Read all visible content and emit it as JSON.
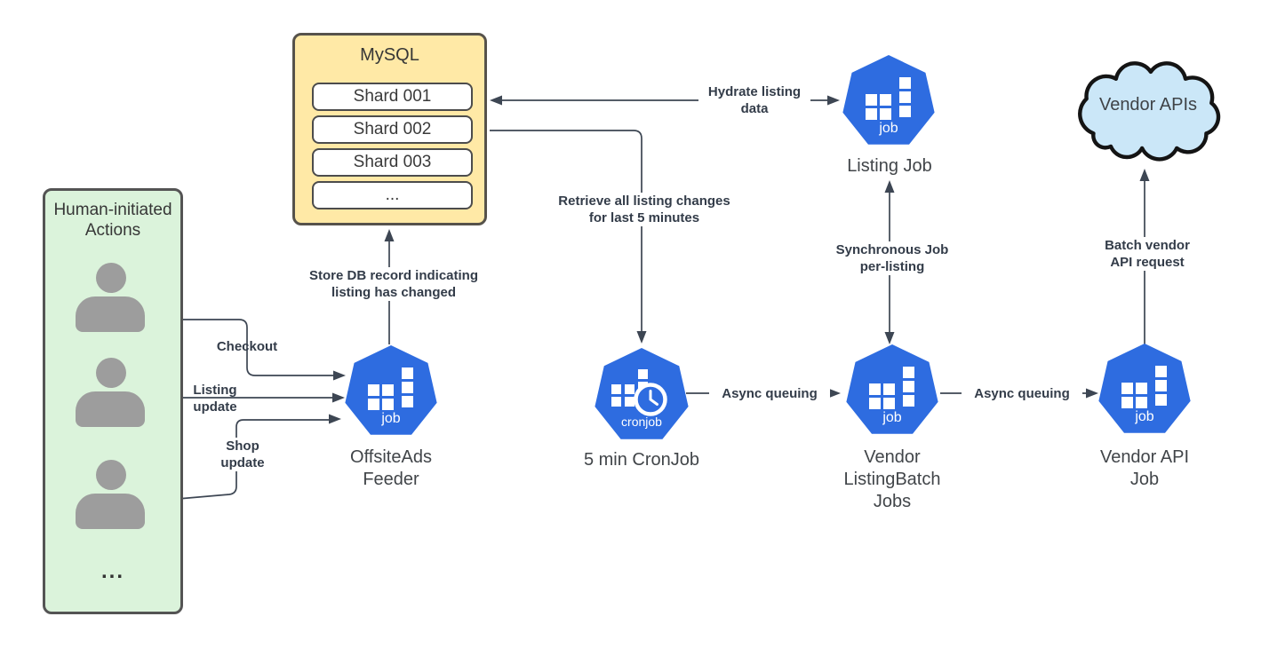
{
  "human_box": {
    "title": "Human-initiated\nActions",
    "more_indicator": "..."
  },
  "mysql": {
    "title": "MySQL",
    "shards": [
      "Shard 001",
      "Shard 002",
      "Shard 003",
      "..."
    ]
  },
  "nodes": {
    "offsiteads": {
      "badge": "job",
      "label": "OffsiteAds\nFeeder"
    },
    "listing_job": {
      "badge": "job",
      "label": "Listing Job"
    },
    "cronjob": {
      "badge": "cronjob",
      "label": "5 min CronJob"
    },
    "vendor_listingbatch": {
      "badge": "job",
      "label": "Vendor\nListingBatch\nJobs"
    },
    "vendor_api": {
      "badge": "job",
      "label": "Vendor API\nJob"
    }
  },
  "cloud": {
    "label": "Vendor APIs"
  },
  "edges": {
    "checkout": "Checkout",
    "listing_update": "Listing\nupdate",
    "shop_update": "Shop\nupdate",
    "store_db": "Store DB record indicating\nlisting has changed",
    "hydrate": "Hydrate listing\ndata",
    "retrieve": "Retrieve all listing changes\nfor last 5 minutes",
    "sync": "Synchronous Job\nper-listing",
    "async_1": "Async queuing",
    "async_2": "Async queuing",
    "batch": "Batch vendor\nAPI request"
  },
  "colors": {
    "k8s_blue": "#2e6ce0",
    "human_box_fill": "#dbf3db",
    "mysql_fill": "#ffe9a6",
    "cloud_fill": "#cbe7f8",
    "line": "#3d4653",
    "person_gray": "#9d9d9d"
  }
}
